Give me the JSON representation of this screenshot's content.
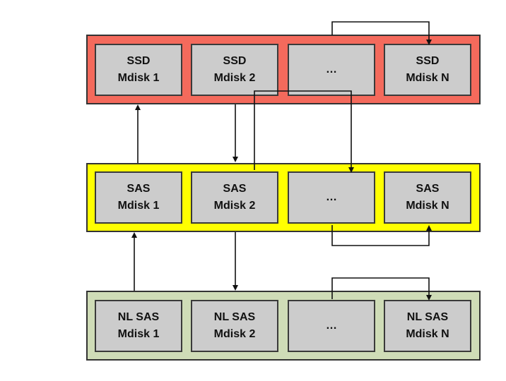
{
  "tiers": {
    "ssd": {
      "disks": [
        {
          "line1": "SSD",
          "line2": "Mdisk 1"
        },
        {
          "line1": "SSD",
          "line2": "Mdisk 2"
        },
        {
          "line1": "…",
          "line2": ""
        },
        {
          "line1": "SSD",
          "line2": "Mdisk N"
        }
      ],
      "color": "#f46a5c"
    },
    "sas": {
      "disks": [
        {
          "line1": "SAS",
          "line2": "Mdisk 1"
        },
        {
          "line1": "SAS",
          "line2": "Mdisk 2"
        },
        {
          "line1": "…",
          "line2": ""
        },
        {
          "line1": "SAS",
          "line2": "Mdisk N"
        }
      ],
      "color": "#ffff00"
    },
    "nl_sas": {
      "disks": [
        {
          "line1": "NL SAS",
          "line2": "Mdisk 1"
        },
        {
          "line1": "NL SAS",
          "line2": "Mdisk 2"
        },
        {
          "line1": "…",
          "line2": ""
        },
        {
          "line1": "NL SAS",
          "line2": "Mdisk N"
        }
      ],
      "color": "#cfdcb7"
    }
  }
}
